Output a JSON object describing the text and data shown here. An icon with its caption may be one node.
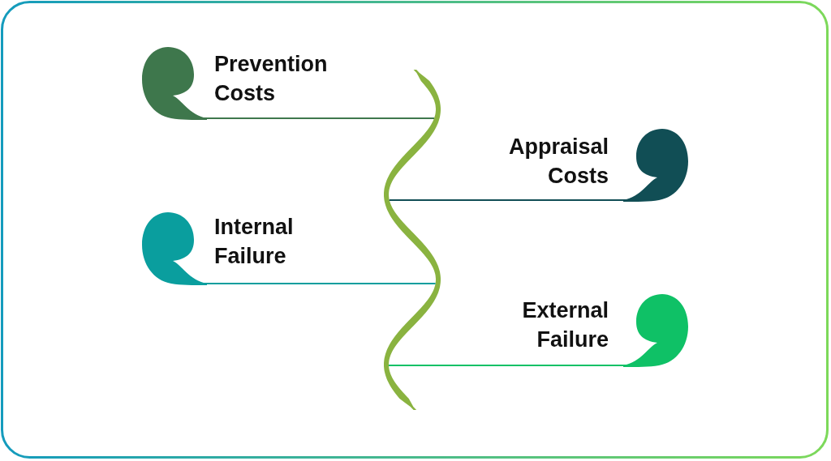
{
  "diagram": {
    "nodes": [
      {
        "text": [
          "Prevention Costs"
        ]
      },
      {
        "text": [
          "Appraisal Costs"
        ]
      },
      {
        "text": [
          "Internal Failure"
        ]
      },
      {
        "text": [
          "External Failure"
        ]
      },
      {
        "text": [],
        "shape": "ribbon"
      }
    ],
    "edges": [
      {
        "from": 0,
        "to": 4,
        "arrow": "none",
        "color": "#3e774c"
      },
      {
        "from": 1,
        "to": 4,
        "arrow": "none",
        "color": "#114e55"
      },
      {
        "from": 2,
        "to": 4,
        "arrow": "none",
        "color": "#0a9e9e"
      },
      {
        "from": 3,
        "to": 4,
        "arrow": "none",
        "color": "#0fc166"
      }
    ]
  }
}
